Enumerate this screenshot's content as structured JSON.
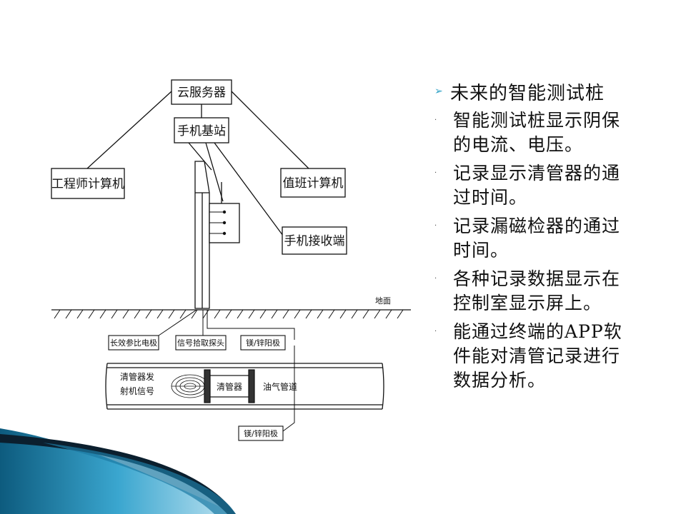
{
  "diagram": {
    "cloud_server": "云服务器",
    "phone_base_station": "手机基站",
    "engineer_computer": "工程师计算机",
    "duty_computer": "值班计算机",
    "phone_receiver": "手机接收端",
    "ground": "地面",
    "long_reference_electrode": "长效参比电极",
    "signal_probe": "信号拾取探头",
    "anode_top": "镁/锌阳极",
    "anode_bottom": "镁/锌阳极",
    "pig_transmitter_line1": "清管器发",
    "pig_transmitter_line2": "射机信号",
    "pig": "清管器",
    "pipeline": "油气管道"
  },
  "panel": {
    "title": "未来的智能测试桩",
    "bullet": "·",
    "items": [
      [
        "智能测试桩显示阴保",
        "的电流、电压。"
      ],
      [
        "记录显示清管器的通",
        "过时间。"
      ],
      [
        "记录漏磁检器的通过",
        "时间。"
      ],
      [
        "各种记录数据显示在",
        "控制室显示屏上。"
      ],
      [
        "能通过终端的APP软",
        "件能对清管记录进行",
        "数据分析。"
      ]
    ]
  },
  "colors": {
    "accent": "#2a9fc4",
    "wave_dark": "#0b1f2e",
    "wave_blue": "#1d7aa4"
  }
}
